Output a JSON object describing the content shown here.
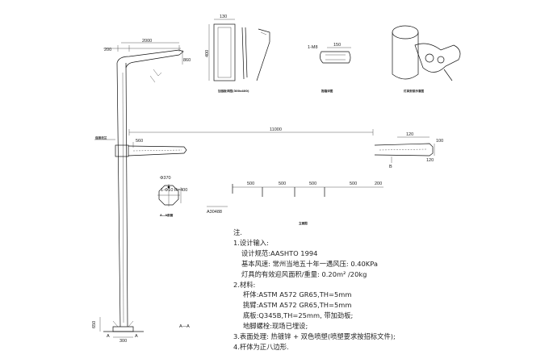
{
  "drawing": {
    "dimensions": {
      "arm_span": "2000",
      "arm_offset": "200",
      "arm_drop": "860",
      "lower_arm_rise": "560",
      "lower_arm_length": "11000",
      "section_diameter": "Φ370",
      "section_detail": "1-Φ10 R=400",
      "base_height": "650",
      "base_width": "300",
      "bracket_width": "130",
      "bracket_height": "400",
      "clamp_length": "150",
      "clamp_label": "1-M8",
      "end_length": "120",
      "end_height": "100",
      "end_right": "120",
      "spacing_1": "500",
      "spacing_2": "500",
      "spacing_3": "500",
      "spacing_4": "500",
      "spacing_5": "200",
      "ground_mark": "A30488",
      "section_mark_right": "B",
      "section_mark_base": "A—A",
      "base_left_mark": "A",
      "base_right_mark": "A"
    },
    "captions": {
      "bracket_detail": "加强板详图(300x400)",
      "clamp_detail": "抱箍详图",
      "mount_detail": "灯具安装示意图",
      "section_ab": "立面图",
      "section_circle": "A—A剖面",
      "joint_label": "连接法兰"
    }
  },
  "notes": {
    "heading": "注.",
    "items": [
      {
        "text": "1.设计输入:",
        "indent": 0
      },
      {
        "text": "设计规范:AASHTO 1994",
        "indent": 1
      },
      {
        "text": "基本风速: 常州当地五十年一遇风压: 0.40KPa",
        "indent": 1
      },
      {
        "text": "灯具的有效迎风面积/重量: 0.20m² /20kg",
        "indent": 1
      },
      {
        "text": "2.材料:",
        "indent": 0
      },
      {
        "text": "杆体:ASTM A572 GR65,TH=5mm",
        "indent": 2
      },
      {
        "text": "挑臂:ASTM A572 GR65,TH=5mm",
        "indent": 2
      },
      {
        "text": "底板:Q345B,TH=25mm, 带加劲板;",
        "indent": 2
      },
      {
        "text": "地脚螺栓:现场已埋设;",
        "indent": 2
      },
      {
        "text": "3.表面处理: 热镀锌 + 双色喷塑(喷塑要求按招标文件);",
        "indent": 0
      },
      {
        "text": "4.杆体为正八边形.",
        "indent": 0
      }
    ]
  }
}
